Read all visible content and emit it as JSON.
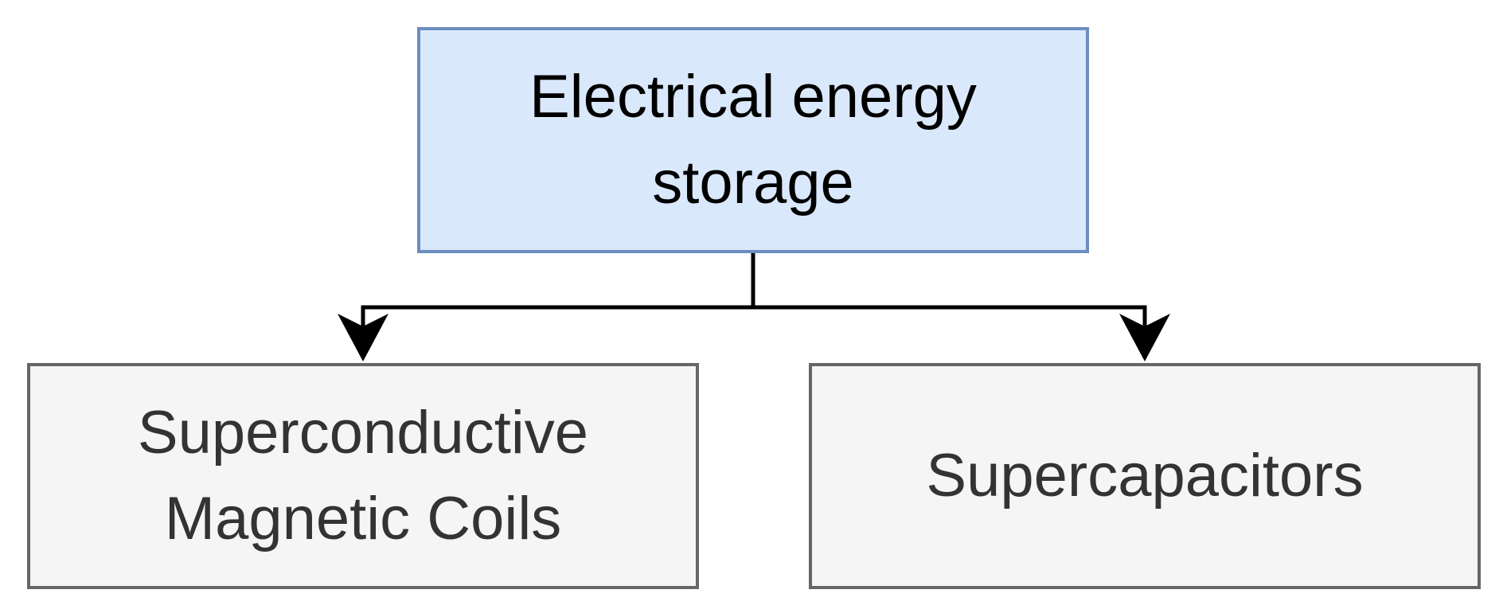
{
  "diagram": {
    "root": {
      "line1": "Electrical energy",
      "line2": "storage",
      "fill": "#dae8fc",
      "stroke": "#6c8ebf"
    },
    "children": [
      {
        "line1": "Superconductive",
        "line2": "Magnetic Coils",
        "fill": "#f5f5f5",
        "stroke": "#666666"
      },
      {
        "line1": "Supercapacitors",
        "fill": "#f5f5f5",
        "stroke": "#666666"
      }
    ],
    "edge_color": "#000000"
  }
}
